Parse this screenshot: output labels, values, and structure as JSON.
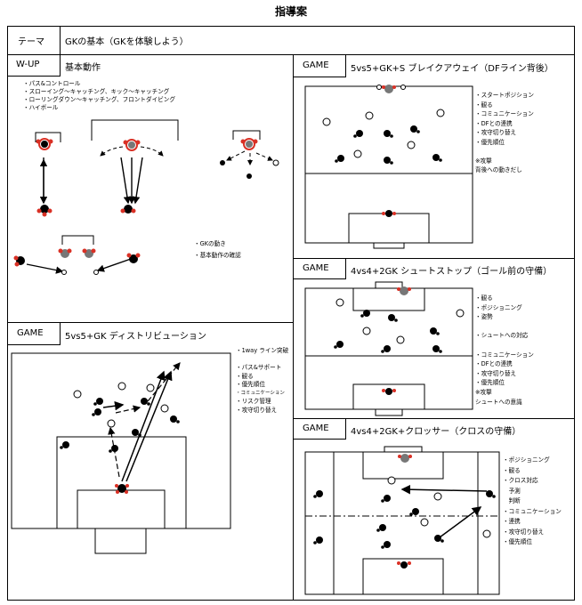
{
  "title": "指導案",
  "theme": {
    "label": "テーマ",
    "value": "GKの基本（GKを体験しよう）"
  },
  "wup": {
    "label": "W-UP",
    "name": "基本動作",
    "items": [
      "・パス&コントロール",
      "・スローイング～キャッチング、キック～キャッチング",
      "・ローリングダウン～キャッチング、フロントダイビング",
      "・ハイボール"
    ],
    "notes": [
      "・GKの動き",
      "・基本動作の確認"
    ]
  },
  "game1": {
    "label": "GAME",
    "name": "5vs5+GK ディストリビューション",
    "notes": [
      "・1way ライン突破",
      "",
      "・パス&サポート",
      "・観る",
      "・優先順位",
      "・コミュニケーション",
      "・リスク管理",
      "・攻守切り替え"
    ]
  },
  "game2": {
    "label": "GAME",
    "name": "5vs5+GK+S ブレイクアウェイ（DFライン背後）",
    "notes": [
      "・スタートポジション",
      "・観る",
      "・コミュニケーション",
      "・DFとの連携",
      "・攻守切り替え",
      "・優先順位",
      "",
      "※攻撃",
      "背後への動きだし"
    ]
  },
  "game3": {
    "label": "GAME",
    "name": "4vs4+2GK シュートストップ（ゴール前の守備）",
    "notes": [
      "・観る",
      "・ポジショニング",
      "・姿勢",
      "",
      "・シュートへの対応",
      "",
      "・コミュニケーション",
      "・DFとの連携",
      "・攻守切り替え",
      "・優先順位",
      "※攻撃",
      "シュートへの意識"
    ]
  },
  "game4": {
    "label": "GAME",
    "name": "4vs4+2GK+クロッサー（クロスの守備）",
    "notes": [
      "・ポジショニング",
      "・観る",
      "・クロス対応",
      "　予測",
      "　判断",
      "・コミュニケーション",
      "・連携",
      "・攻守切り替え",
      "・優先順位"
    ]
  },
  "colors": {
    "gk": "#d93025",
    "player": "#000000",
    "line": "#000000"
  }
}
